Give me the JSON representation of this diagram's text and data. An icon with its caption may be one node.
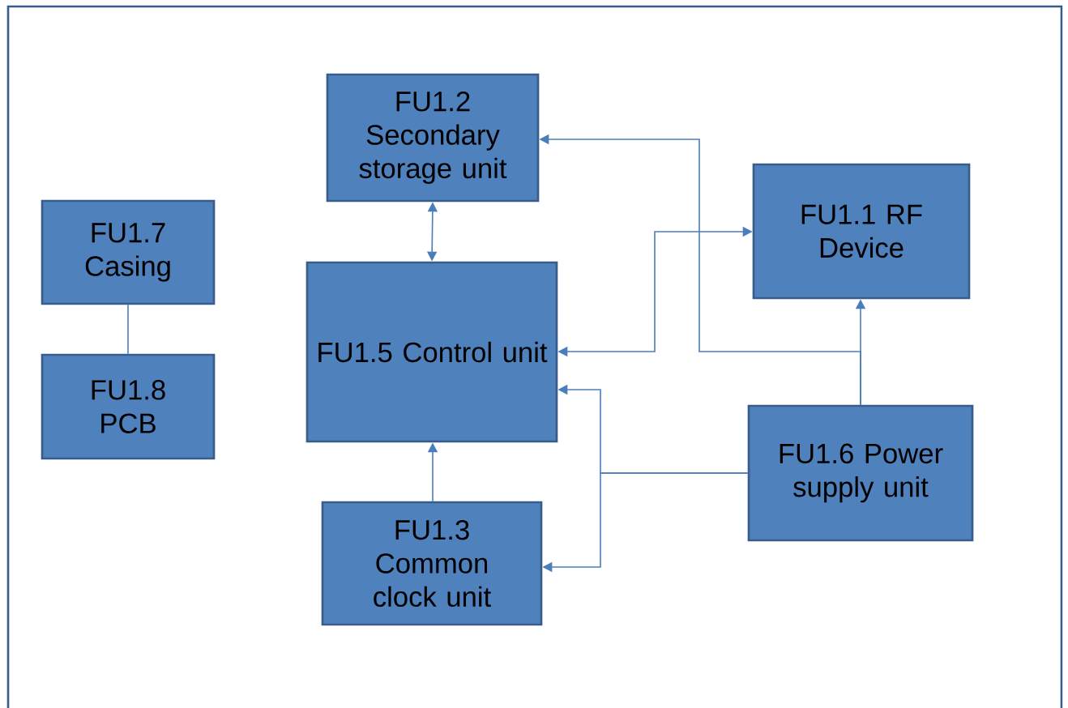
{
  "diagram": {
    "nodes": [
      {
        "text": [
          "FU1.2 Secondary storage unit"
        ]
      },
      {
        "text": [
          "FU1.7 Casing"
        ]
      },
      {
        "text": [
          "FU1.1 RF Device"
        ]
      },
      {
        "text": [
          "FU1.5 Control unit"
        ]
      },
      {
        "text": [
          "FU1.8 PCB"
        ]
      },
      {
        "text": [
          "FU1.6 Power supply unit"
        ]
      },
      {
        "text": [
          "FU1.3 Common clock unit"
        ]
      }
    ],
    "edges": [
      {
        "from": 3,
        "to": 2,
        "arrow": "both"
      },
      {
        "from": 0,
        "to": 3,
        "arrow": "both"
      },
      {
        "from": 5,
        "to": 0,
        "arrow": "to"
      },
      {
        "from": 5,
        "to": 2,
        "arrow": "to"
      },
      {
        "from": 5,
        "to": 3,
        "arrow": "to"
      },
      {
        "from": 5,
        "to": 6,
        "arrow": "to"
      },
      {
        "from": 6,
        "to": 3,
        "arrow": "to"
      },
      {
        "from": 1,
        "to": 4,
        "arrow": "none"
      }
    ]
  }
}
